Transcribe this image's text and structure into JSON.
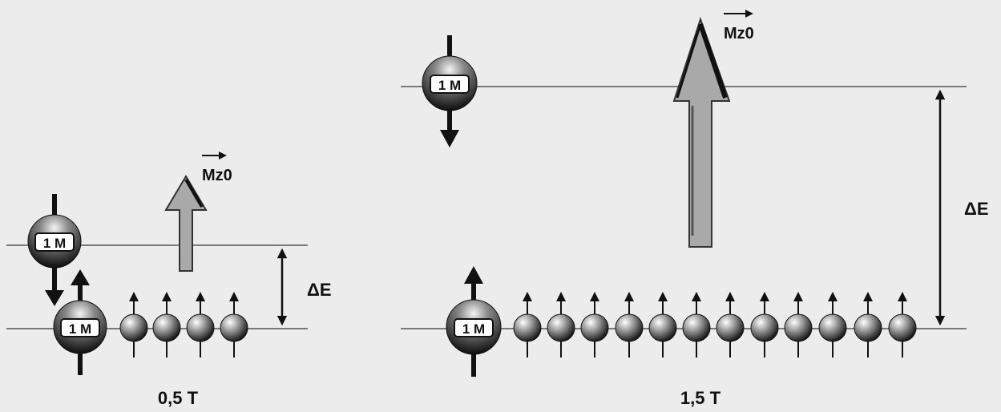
{
  "left_panel": {
    "field_label": "0,5 T",
    "magnetization_label": "Mz0",
    "energy_gap_label": "ΔE",
    "high_energy_group": "1 M",
    "low_energy_group": "1 M",
    "excess_spins_count": 4
  },
  "right_panel": {
    "field_label": "1,5 T",
    "magnetization_label": "Mz0",
    "energy_gap_label": "ΔE",
    "high_energy_group": "1 M",
    "low_energy_group": "1 M",
    "excess_spins_count": 12
  },
  "colors": {
    "background": "#ececec",
    "line": "#7a7a7a",
    "arrow_fill": "#a9a9a9",
    "ink": "#111111"
  }
}
